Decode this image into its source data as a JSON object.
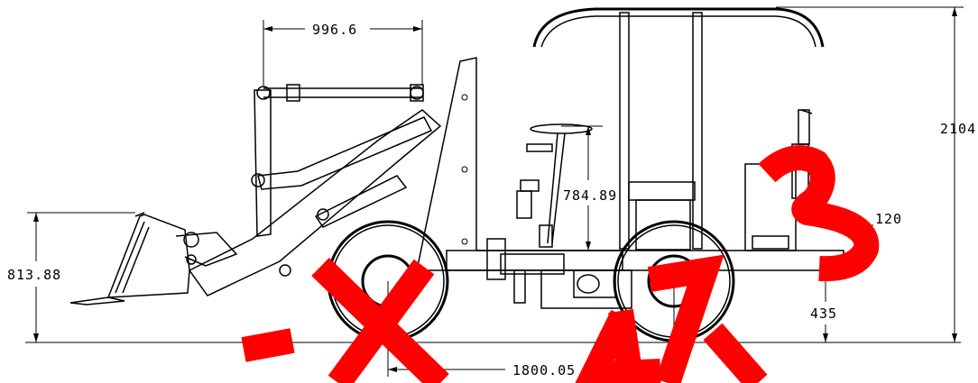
{
  "dimensions": {
    "arm_span": "996.6",
    "overall_height": "2104",
    "steering_height": "784.89",
    "bucket_height": "813.88",
    "step_height": "120",
    "ground_clearance": "435",
    "wheelbase": "1800.05"
  },
  "overlay_marks": {
    "color": "#ff0000"
  }
}
